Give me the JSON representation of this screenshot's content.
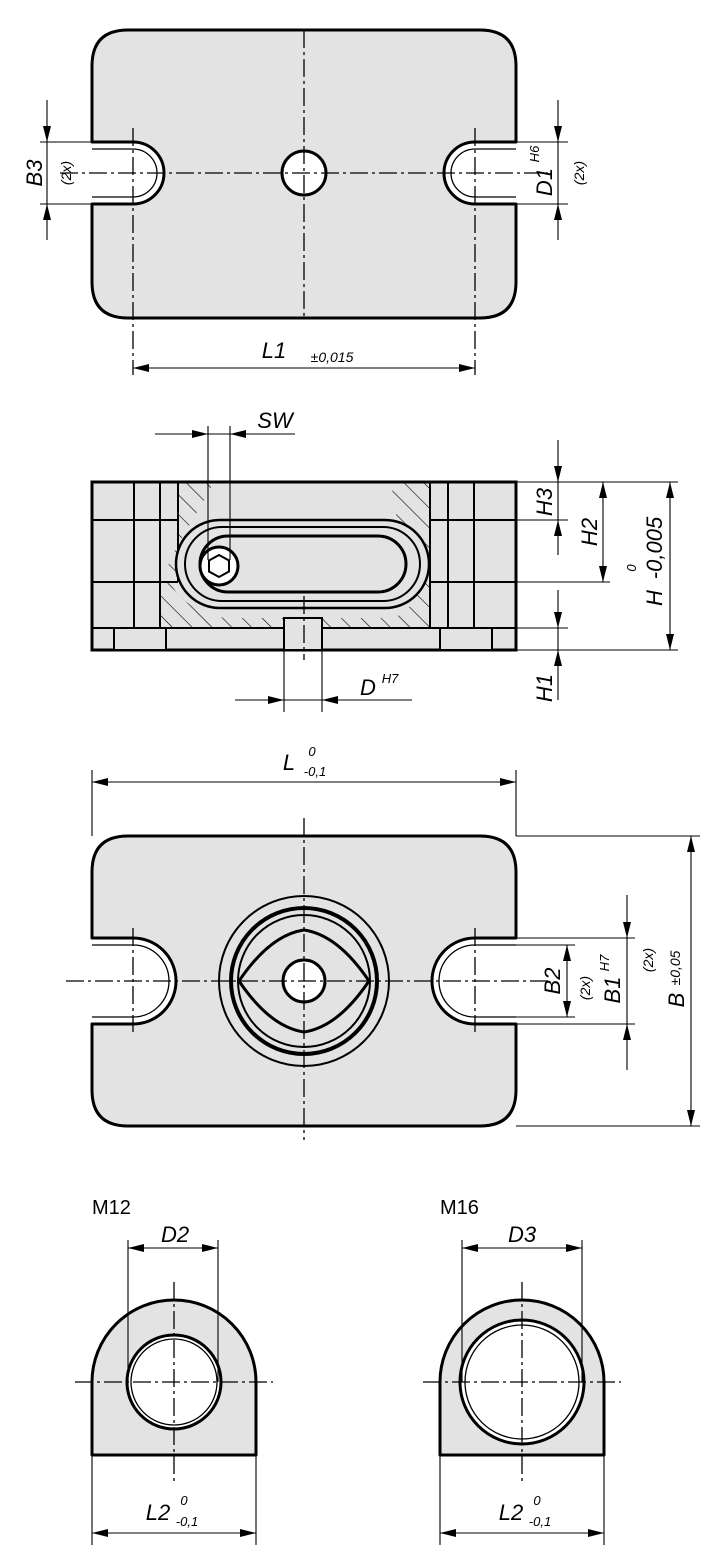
{
  "top_view": {
    "b3": {
      "name": "B3",
      "count": "(2x)"
    },
    "d1": {
      "name": "D1",
      "tol": "H6",
      "count": "(2x)"
    },
    "l1": {
      "name": "L1",
      "tol": "±0,015"
    }
  },
  "front_view": {
    "sw": "SW",
    "h3": "H3",
    "h2": "H2",
    "h": {
      "name": "H",
      "tol_upper": "0",
      "tol_lower": "-0,005"
    },
    "h1": "H1",
    "d": {
      "name": "D",
      "tol": "H7"
    }
  },
  "bottom_view": {
    "l": {
      "name": "L",
      "tol_upper": "0",
      "tol_lower": "-0,1"
    },
    "b2": {
      "name": "B2",
      "count": "(2x)"
    },
    "b1": {
      "name": "B1",
      "tol": "H7",
      "count": "(2x)"
    },
    "b": {
      "name": "B",
      "tol": "±0,05"
    }
  },
  "detail_m12": {
    "title": "M12",
    "d2": "D2",
    "l2": {
      "name": "L2",
      "tol_upper": "0",
      "tol_lower": "-0,1"
    }
  },
  "detail_m16": {
    "title": "M16",
    "d3": "D3",
    "l2": {
      "name": "L2",
      "tol_upper": "0",
      "tol_lower": "-0,1"
    }
  }
}
